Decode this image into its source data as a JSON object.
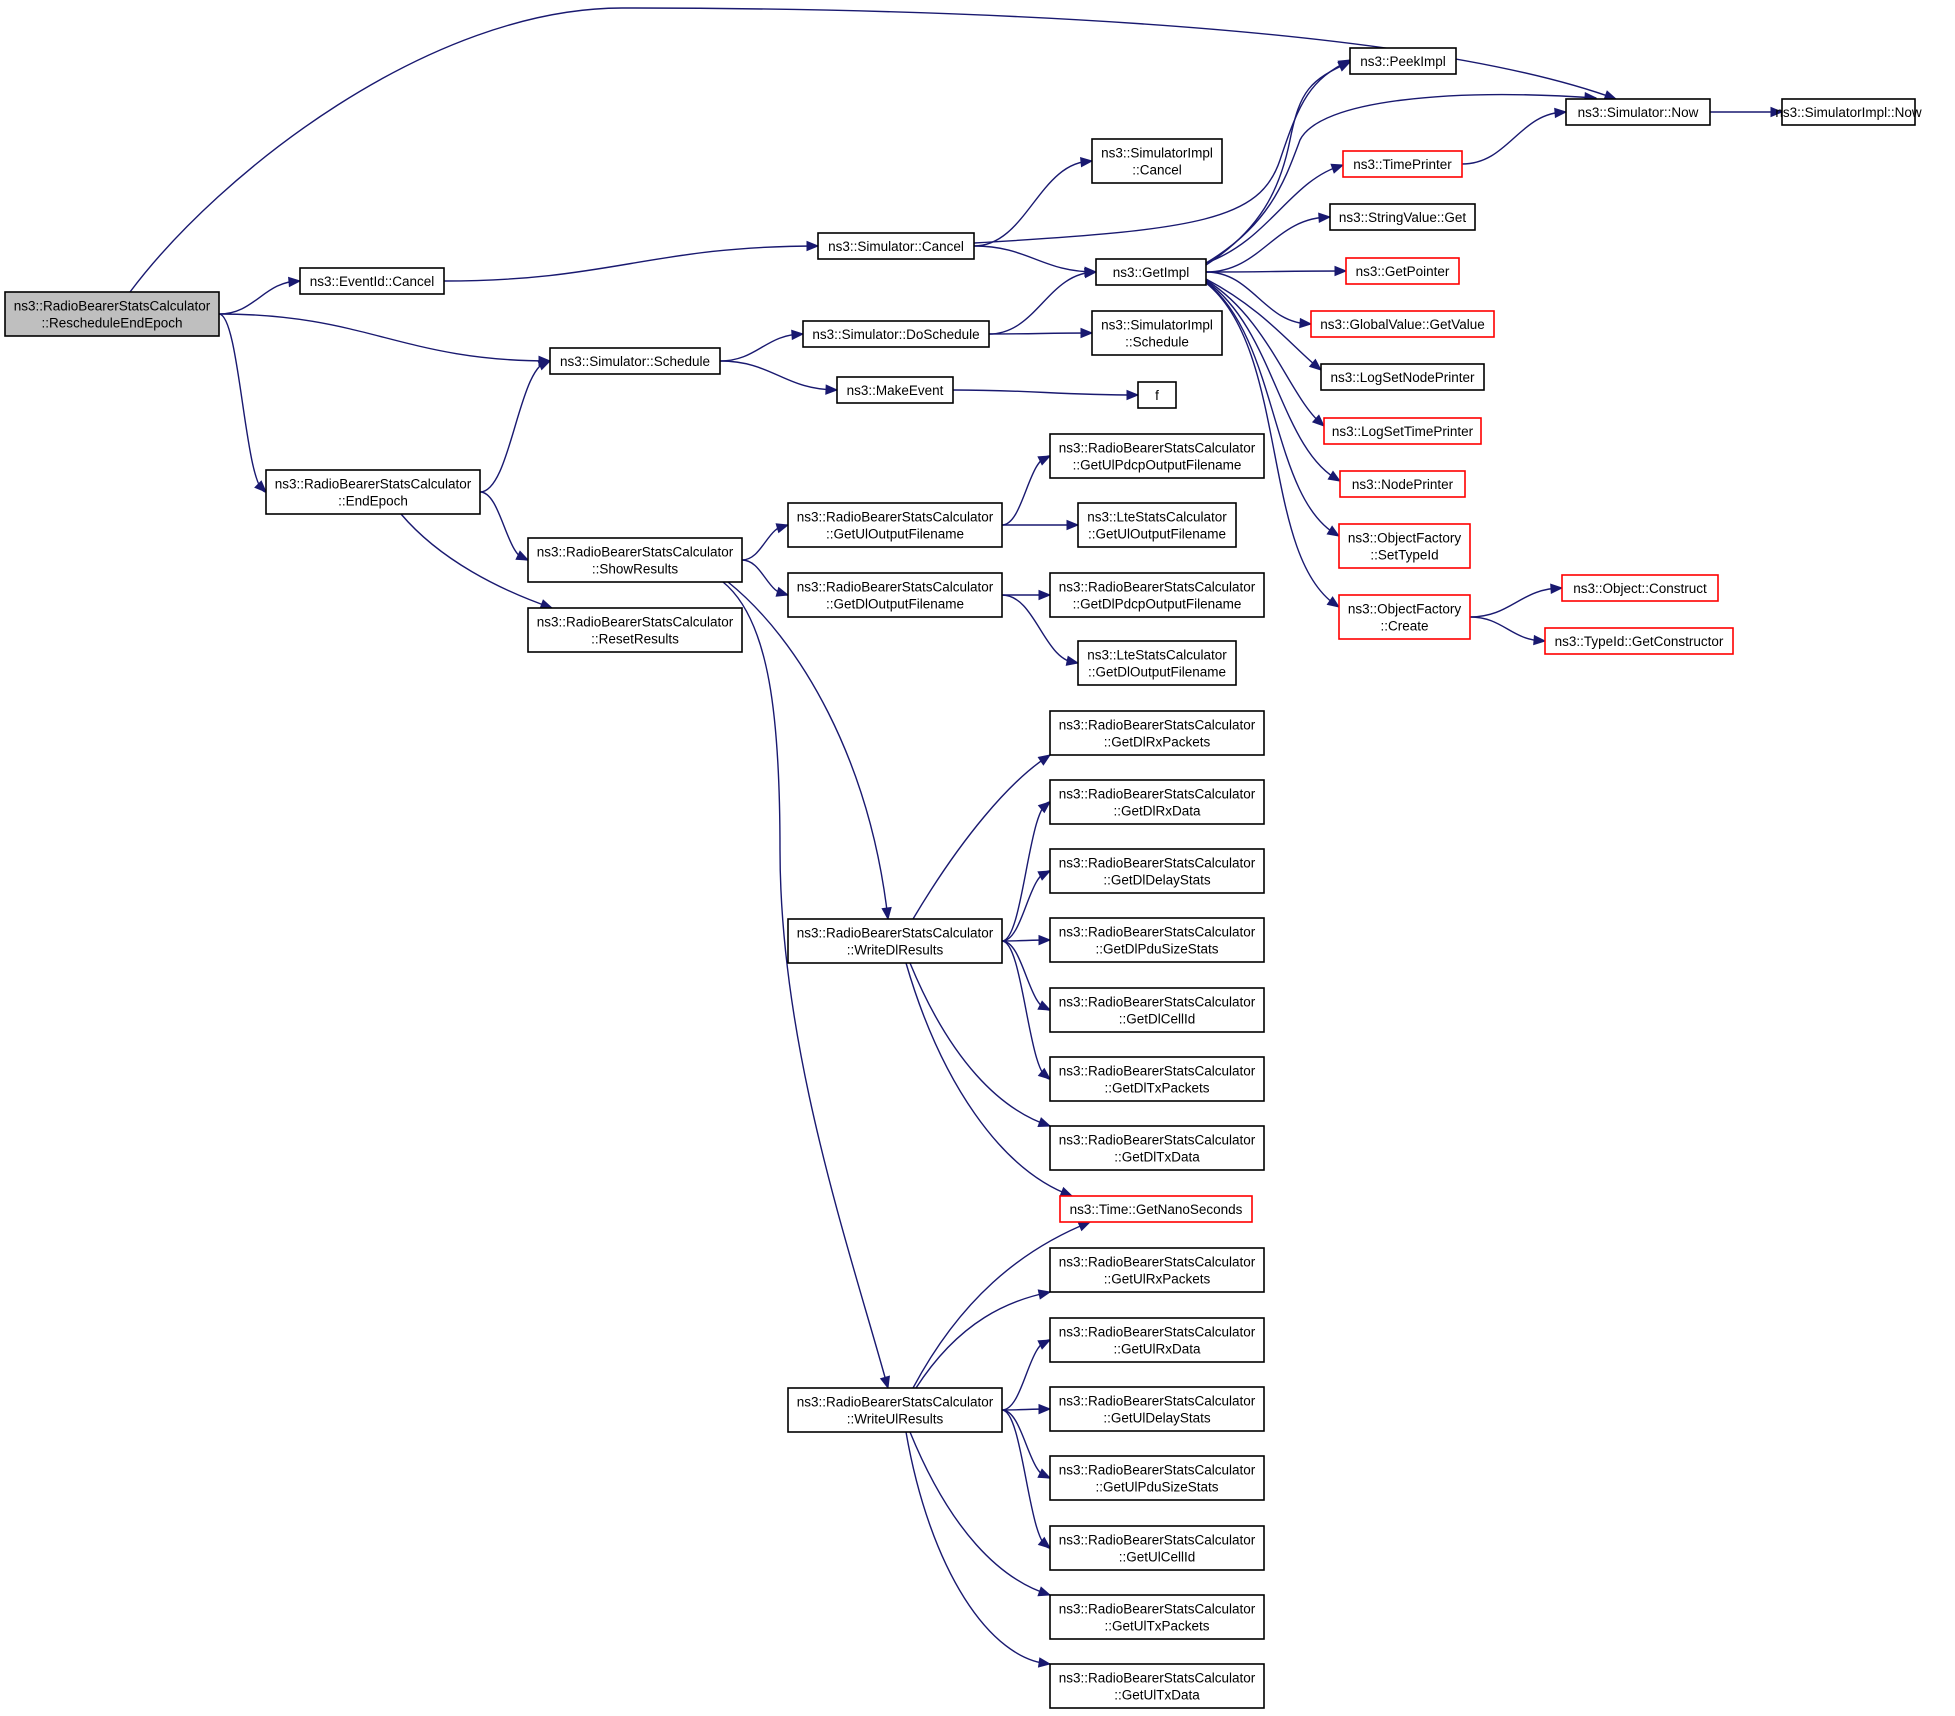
{
  "colors": {
    "edge": "#191970",
    "node_border": "#000000",
    "node_border_truncated": "#ff0000",
    "root_fill": "#bfbfbf",
    "node_fill": "#ffffff"
  },
  "nodes": [
    {
      "id": "root",
      "lines": [
        "ns3::RadioBearerStatsCalculator",
        "::RescheduleEndEpoch"
      ],
      "root": true
    },
    {
      "id": "eventid_cancel",
      "lines": [
        "ns3::EventId::Cancel"
      ]
    },
    {
      "id": "sim_schedule",
      "lines": [
        "ns3::Simulator::Schedule"
      ]
    },
    {
      "id": "endepoch",
      "lines": [
        "ns3::RadioBearerStatsCalculator",
        "::EndEpoch"
      ]
    },
    {
      "id": "sim_now",
      "lines": [
        "ns3::Simulator::Now"
      ]
    },
    {
      "id": "simimpl_now",
      "lines": [
        "ns3::SimulatorImpl::Now"
      ]
    },
    {
      "id": "sim_cancel",
      "lines": [
        "ns3::Simulator::Cancel"
      ]
    },
    {
      "id": "simimpl_cancel",
      "lines": [
        "ns3::SimulatorImpl",
        "::Cancel"
      ]
    },
    {
      "id": "peekimpl",
      "lines": [
        "ns3::PeekImpl"
      ]
    },
    {
      "id": "getimpl",
      "lines": [
        "ns3::GetImpl"
      ]
    },
    {
      "id": "sim_doschedule",
      "lines": [
        "ns3::Simulator::DoSchedule"
      ]
    },
    {
      "id": "simimpl_schedule",
      "lines": [
        "ns3::SimulatorImpl",
        "::Schedule"
      ]
    },
    {
      "id": "makeevent",
      "lines": [
        "ns3::MakeEvent"
      ]
    },
    {
      "id": "f",
      "lines": [
        "f"
      ]
    },
    {
      "id": "timeprinter",
      "lines": [
        "ns3::TimePrinter"
      ],
      "truncated": true
    },
    {
      "id": "stringvalue_get",
      "lines": [
        "ns3::StringValue::Get"
      ]
    },
    {
      "id": "getpointer",
      "lines": [
        "ns3::GetPointer"
      ],
      "truncated": true
    },
    {
      "id": "globalvalue_getvalue",
      "lines": [
        "ns3::GlobalValue::GetValue"
      ],
      "truncated": true
    },
    {
      "id": "logsetnodeprinter",
      "lines": [
        "ns3::LogSetNodePrinter"
      ]
    },
    {
      "id": "logsettimeprinter",
      "lines": [
        "ns3::LogSetTimePrinter"
      ],
      "truncated": true
    },
    {
      "id": "nodeprinter",
      "lines": [
        "ns3::NodePrinter"
      ],
      "truncated": true
    },
    {
      "id": "of_settypeid",
      "lines": [
        "ns3::ObjectFactory",
        "::SetTypeId"
      ],
      "truncated": true
    },
    {
      "id": "of_create",
      "lines": [
        "ns3::ObjectFactory",
        "::Create"
      ],
      "truncated": true
    },
    {
      "id": "object_construct",
      "lines": [
        "ns3::Object::Construct"
      ],
      "truncated": true
    },
    {
      "id": "typeid_getconstructor",
      "lines": [
        "ns3::TypeId::GetConstructor"
      ],
      "truncated": true
    },
    {
      "id": "showresults",
      "lines": [
        "ns3::RadioBearerStatsCalculator",
        "::ShowResults"
      ]
    },
    {
      "id": "resetresults",
      "lines": [
        "ns3::RadioBearerStatsCalculator",
        "::ResetResults"
      ]
    },
    {
      "id": "getuloutputfilename",
      "lines": [
        "ns3::RadioBearerStatsCalculator",
        "::GetUlOutputFilename"
      ]
    },
    {
      "id": "getdloutputfilename",
      "lines": [
        "ns3::RadioBearerStatsCalculator",
        "::GetDlOutputFilename"
      ]
    },
    {
      "id": "getulpdcpoutputfilename",
      "lines": [
        "ns3::RadioBearerStatsCalculator",
        "::GetUlPdcpOutputFilename"
      ]
    },
    {
      "id": "lte_getuloutputfilename",
      "lines": [
        "ns3::LteStatsCalculator",
        "::GetUlOutputFilename"
      ]
    },
    {
      "id": "getdlpdcpoutputfilename",
      "lines": [
        "ns3::RadioBearerStatsCalculator",
        "::GetDlPdcpOutputFilename"
      ]
    },
    {
      "id": "lte_getdloutputfilename",
      "lines": [
        "ns3::LteStatsCalculator",
        "::GetDlOutputFilename"
      ]
    },
    {
      "id": "writedlresults",
      "lines": [
        "ns3::RadioBearerStatsCalculator",
        "::WriteDlResults"
      ]
    },
    {
      "id": "writeulresults",
      "lines": [
        "ns3::RadioBearerStatsCalculator",
        "::WriteUlResults"
      ]
    },
    {
      "id": "getdlrxpackets",
      "lines": [
        "ns3::RadioBearerStatsCalculator",
        "::GetDlRxPackets"
      ]
    },
    {
      "id": "getdlrxdata",
      "lines": [
        "ns3::RadioBearerStatsCalculator",
        "::GetDlRxData"
      ]
    },
    {
      "id": "getdldelaystats",
      "lines": [
        "ns3::RadioBearerStatsCalculator",
        "::GetDlDelayStats"
      ]
    },
    {
      "id": "getdlpdusizestats",
      "lines": [
        "ns3::RadioBearerStatsCalculator",
        "::GetDlPduSizeStats"
      ]
    },
    {
      "id": "getdlcellid",
      "lines": [
        "ns3::RadioBearerStatsCalculator",
        "::GetDlCellId"
      ]
    },
    {
      "id": "getdltxpackets",
      "lines": [
        "ns3::RadioBearerStatsCalculator",
        "::GetDlTxPackets"
      ]
    },
    {
      "id": "getdltxdata",
      "lines": [
        "ns3::RadioBearerStatsCalculator",
        "::GetDlTxData"
      ]
    },
    {
      "id": "time_getnanoseconds",
      "lines": [
        "ns3::Time::GetNanoSeconds"
      ],
      "truncated": true
    },
    {
      "id": "getulrxpackets",
      "lines": [
        "ns3::RadioBearerStatsCalculator",
        "::GetUlRxPackets"
      ]
    },
    {
      "id": "getulrxdata",
      "lines": [
        "ns3::RadioBearerStatsCalculator",
        "::GetUlRxData"
      ]
    },
    {
      "id": "getuldelaystats",
      "lines": [
        "ns3::RadioBearerStatsCalculator",
        "::GetUlDelayStats"
      ]
    },
    {
      "id": "getulpdusizestats",
      "lines": [
        "ns3::RadioBearerStatsCalculator",
        "::GetUlPduSizeStats"
      ]
    },
    {
      "id": "getulcellid",
      "lines": [
        "ns3::RadioBearerStatsCalculator",
        "::GetUlCellId"
      ]
    },
    {
      "id": "getultxpackets",
      "lines": [
        "ns3::RadioBearerStatsCalculator",
        "::GetUlTxPackets"
      ]
    },
    {
      "id": "getultxdata",
      "lines": [
        "ns3::RadioBearerStatsCalculator",
        "::GetUlTxData"
      ]
    }
  ],
  "edges": [
    [
      "root",
      "sim_now"
    ],
    [
      "root",
      "eventid_cancel"
    ],
    [
      "root",
      "sim_schedule"
    ],
    [
      "root",
      "endepoch"
    ],
    [
      "eventid_cancel",
      "sim_cancel"
    ],
    [
      "sim_schedule",
      "sim_doschedule"
    ],
    [
      "sim_schedule",
      "makeevent"
    ],
    [
      "endepoch",
      "sim_schedule"
    ],
    [
      "endepoch",
      "showresults"
    ],
    [
      "endepoch",
      "resetresults"
    ],
    [
      "sim_now",
      "simimpl_now"
    ],
    [
      "sim_cancel",
      "simimpl_cancel"
    ],
    [
      "sim_cancel",
      "peekimpl"
    ],
    [
      "sim_cancel",
      "getimpl"
    ],
    [
      "sim_doschedule",
      "getimpl"
    ],
    [
      "sim_doschedule",
      "simimpl_schedule"
    ],
    [
      "makeevent",
      "f"
    ],
    [
      "getimpl",
      "peekimpl"
    ],
    [
      "getimpl",
      "sim_now"
    ],
    [
      "getimpl",
      "timeprinter"
    ],
    [
      "getimpl",
      "stringvalue_get"
    ],
    [
      "getimpl",
      "getpointer"
    ],
    [
      "getimpl",
      "globalvalue_getvalue"
    ],
    [
      "getimpl",
      "logsetnodeprinter"
    ],
    [
      "getimpl",
      "logsettimeprinter"
    ],
    [
      "getimpl",
      "nodeprinter"
    ],
    [
      "getimpl",
      "of_settypeid"
    ],
    [
      "getimpl",
      "of_create"
    ],
    [
      "timeprinter",
      "sim_now"
    ],
    [
      "of_create",
      "object_construct"
    ],
    [
      "of_create",
      "typeid_getconstructor"
    ],
    [
      "showresults",
      "getuloutputfilename"
    ],
    [
      "showresults",
      "getdloutputfilename"
    ],
    [
      "showresults",
      "writedlresults"
    ],
    [
      "showresults",
      "writeulresults"
    ],
    [
      "getuloutputfilename",
      "getulpdcpoutputfilename"
    ],
    [
      "getuloutputfilename",
      "lte_getuloutputfilename"
    ],
    [
      "getdloutputfilename",
      "getdlpdcpoutputfilename"
    ],
    [
      "getdloutputfilename",
      "lte_getdloutputfilename"
    ],
    [
      "writedlresults",
      "getdlrxpackets"
    ],
    [
      "writedlresults",
      "getdlrxdata"
    ],
    [
      "writedlresults",
      "getdldelaystats"
    ],
    [
      "writedlresults",
      "getdlpdusizestats"
    ],
    [
      "writedlresults",
      "getdlcellid"
    ],
    [
      "writedlresults",
      "getdltxpackets"
    ],
    [
      "writedlresults",
      "getdltxdata"
    ],
    [
      "writedlresults",
      "time_getnanoseconds"
    ],
    [
      "writeulresults",
      "time_getnanoseconds"
    ],
    [
      "writeulresults",
      "getulrxpackets"
    ],
    [
      "writeulresults",
      "getulrxdata"
    ],
    [
      "writeulresults",
      "getuldelaystats"
    ],
    [
      "writeulresults",
      "getulpdusizestats"
    ],
    [
      "writeulresults",
      "getulcellid"
    ],
    [
      "writeulresults",
      "getultxpackets"
    ],
    [
      "writeulresults",
      "getultxdata"
    ]
  ]
}
